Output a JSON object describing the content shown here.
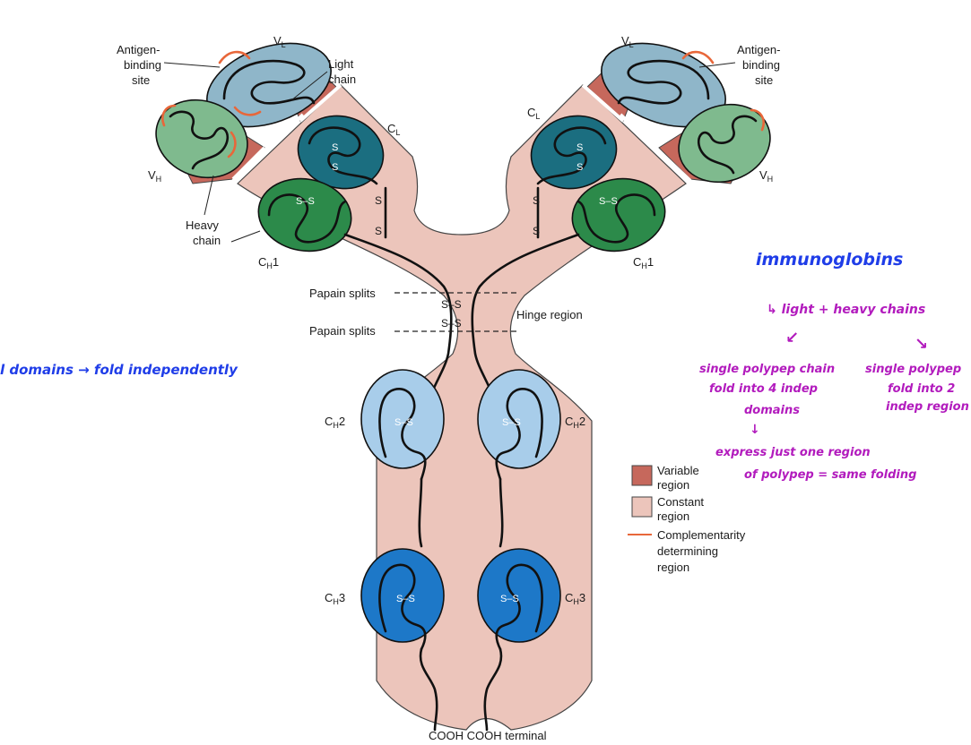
{
  "labels": {
    "vl": "V",
    "vl_sub": "L",
    "vh": "V",
    "vh_sub": "H",
    "cl": "C",
    "cl_sub": "L",
    "ch": "C",
    "ch1_sub": "H",
    "ch1_num": "1",
    "ch2_num": "2",
    "ch3_num": "3",
    "antigen_line1": "Antigen-",
    "antigen_line2": "binding",
    "antigen_line3": "site",
    "light_chain_line1": "Light",
    "light_chain_line2": "chain",
    "heavy_chain_line1": "Heavy",
    "heavy_chain_line2": "chain",
    "papain_splits": "Papain splits",
    "hinge_region": "Hinge region",
    "disulfide": "S–S",
    "s": "S",
    "cooh_terminal": "COOH COOH terminal"
  },
  "legend": {
    "variable_line1": "Variable",
    "variable_line2": "region",
    "constant_line1": "Constant",
    "constant_line2": "region",
    "cdr_line1": "Complementarity",
    "cdr_line2": "determining",
    "cdr_line3": "region",
    "variable_color": "#c6685c",
    "constant_color": "#ecc5bb",
    "cdr_color": "#e8673a"
  },
  "notes": {
    "left_note": "l domains → fold independently",
    "title": "immunoglobins",
    "subtitle": "↳ light + heavy chains",
    "heavy_line1": "single polypep chain",
    "heavy_line2": "fold into 4 indep",
    "heavy_line3": "domains",
    "down_arrow": "↓",
    "express_line1": "express just one region",
    "express_line2": "of polypep = same folding",
    "light_line1": "single polypep",
    "light_line2": "fold into 2",
    "light_line3": "indep region",
    "arrow_left": "↙",
    "arrow_right": "↘"
  },
  "colors": {
    "constant": "#ecc5bb",
    "variable": "#c6685c",
    "vl_domain": "#8fb6c9",
    "vh_domain": "#7fba8e",
    "cl_domain": "#1b6e80",
    "ch1_domain": "#2c8a4a",
    "ch2_domain": "#a8cdea",
    "ch3_domain": "#1d78c8",
    "note_blue": "#1f3de8",
    "note_purple": "#b21bbd"
  }
}
